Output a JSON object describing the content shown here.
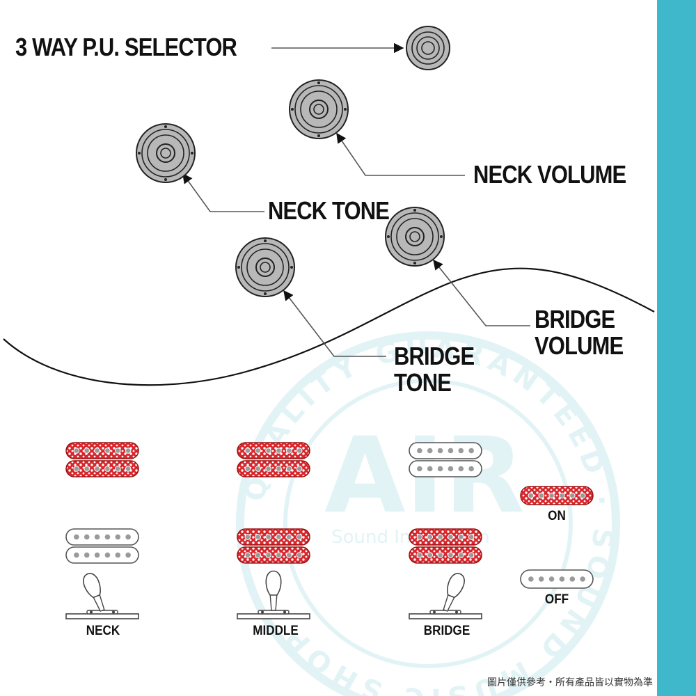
{
  "colors": {
    "side_bar": "#3fb8cb",
    "watermark": "#e2f3f6",
    "pickup_red": "#d8262c",
    "knob_fill": "#b8b8b8",
    "line": "#111111"
  },
  "labels": {
    "selector": "3 WAY P.U. SELECTOR",
    "neck_volume": "NECK VOLUME",
    "neck_tone": "NECK TONE",
    "bridge_volume_line1": "BRIDGE",
    "bridge_volume_line2": "VOLUME",
    "bridge_tone_line1": "BRIDGE",
    "bridge_tone_line2": "TONE"
  },
  "positions": [
    {
      "id": "neck",
      "label": "NECK",
      "neck_pickup": "on",
      "bridge_pickup": "off",
      "switch": "left"
    },
    {
      "id": "middle",
      "label": "MIDDLE",
      "neck_pickup": "on",
      "bridge_pickup": "on",
      "switch": "center"
    },
    {
      "id": "bridge",
      "label": "BRIDGE",
      "neck_pickup": "off",
      "bridge_pickup": "on",
      "switch": "right"
    }
  ],
  "legend": {
    "on_label": "ON",
    "off_label": "OFF"
  },
  "watermark": {
    "ring_text": "QUALITY GUARANTEED · SOUND MUSIC SHOP",
    "logo_text": "AIR",
    "tagline": "Sound Innovation"
  },
  "disclaimer": "圖片僅供參考・所有產品皆以實物為準"
}
